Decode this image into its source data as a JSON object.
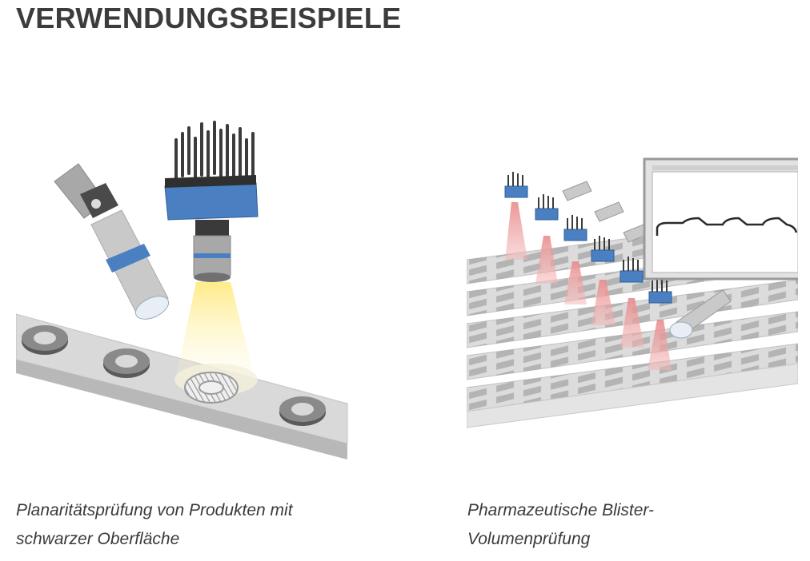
{
  "heading": "VERWENDUNGSBEISPIELE",
  "examples": [
    {
      "caption_line1": "Planaritätsprüfung von Produkten mit",
      "caption_line2": "schwarzer Oberfläche",
      "illustration": "camera-inspecting-washers-on-conveyor"
    },
    {
      "caption_line1": "Pharmazeutische Blister-",
      "caption_line2": "Volumenprüfung",
      "illustration": "laser-sensors-over-blister-strips-with-monitor"
    }
  ],
  "colors": {
    "heading": "#3c3c3c",
    "caption": "#3a3a3a",
    "sensor_blue": "#4a7fc1",
    "laser_red": "#e88a8a",
    "light_yellow": "#fff2a0",
    "belt_gray": "#d6d6d6"
  }
}
